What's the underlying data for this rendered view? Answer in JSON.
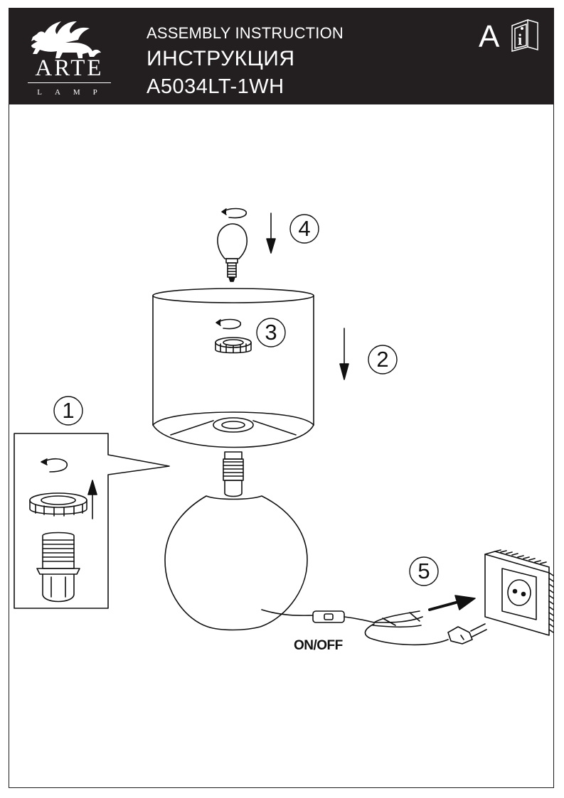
{
  "header": {
    "brand": "ARTE",
    "brand_sub": "LAMP",
    "title_en": "ASSEMBLY INSTRUCTION",
    "title_ru": "ИНСТРУКЦИЯ",
    "model": "A5034LT-1WH",
    "lang_letter": "A",
    "info_icon": "manual-info-icon"
  },
  "steps": [
    {
      "number": "1"
    },
    {
      "number": "2"
    },
    {
      "number": "3"
    },
    {
      "number": "4"
    },
    {
      "number": "5"
    }
  ],
  "switch_label": "ON/OFF",
  "icons": [
    "griffin-logo",
    "rotate-arrow-icon",
    "down-arrow-icon",
    "up-arrow-icon",
    "plug-icon",
    "wall-socket-icon"
  ]
}
